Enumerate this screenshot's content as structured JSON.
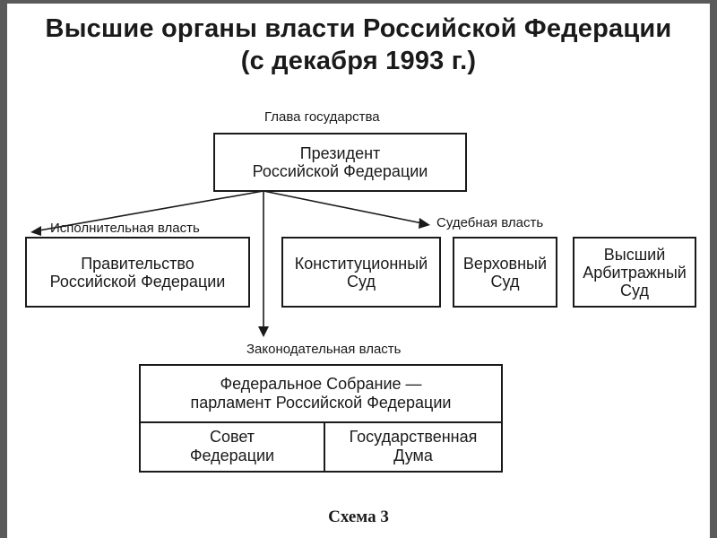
{
  "title": {
    "line1": "Высшие органы власти Российской Федерации",
    "line2": "(с декабря 1993 г.)"
  },
  "head_of_state": {
    "label": "Глава государства",
    "box_line1": "Президент",
    "box_line2": "Российской Федерации"
  },
  "executive": {
    "label": "Исполнительная власть",
    "box_line1": "Правительство",
    "box_line2": "Российской Федерации"
  },
  "judicial": {
    "label": "Судебная власть",
    "courts": [
      {
        "line1": "Конституционный",
        "line2": "Суд",
        "line3": ""
      },
      {
        "line1": "Верховный",
        "line2": "Суд",
        "line3": ""
      },
      {
        "line1": "Высший",
        "line2": "Арбитражный",
        "line3": "Суд"
      }
    ]
  },
  "legislative": {
    "label": "Законодательная власть",
    "head_line1": "Федеральное Собрание —",
    "head_line2": "парламент Российской Федерации",
    "chambers": [
      {
        "line1": "Совет",
        "line2": "Федерации"
      },
      {
        "line1": "Государственная",
        "line2": "Дума"
      }
    ]
  },
  "caption": "Схема 3",
  "colors": {
    "ink": "#1a1a1a",
    "frame": "#5a5a5a",
    "background": "#ffffff"
  }
}
